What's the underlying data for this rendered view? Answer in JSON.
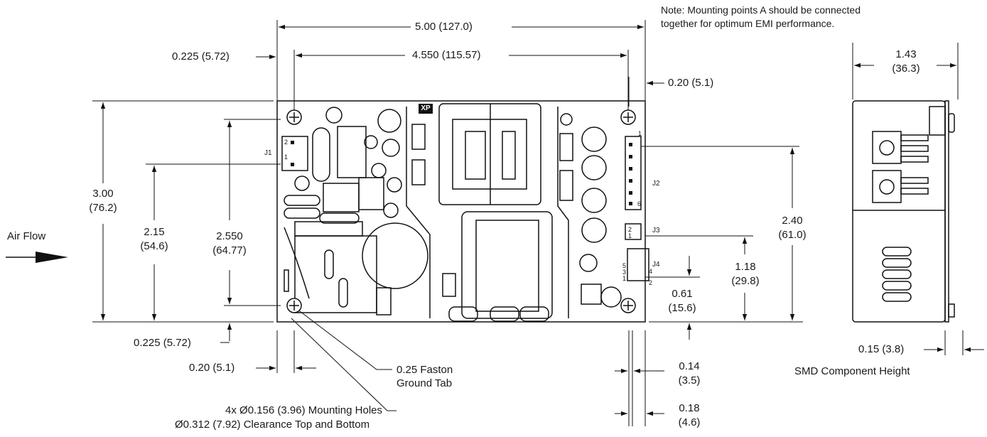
{
  "note": {
    "line1": "Note: Mounting points A should be connected",
    "line2": "together for optimum EMI performance."
  },
  "dimensions": {
    "overall_width": "5.00 (127.0)",
    "hole_spacing_x": "4.550 (115.57)",
    "left_offset_top": "0.225 (5.72)",
    "right_offset_top": "0.20 (5.1)",
    "height_in": "3.00",
    "height_mm": "(76.2)",
    "j1_height_in": "2.15",
    "j1_height_mm": "(54.6)",
    "hole_spacing_y_in": "2.550",
    "hole_spacing_y_mm": "(64.77)",
    "j2_height_in": "2.40",
    "j2_height_mm": "(61.0)",
    "j3_height_in": "1.18",
    "j3_height_mm": "(29.8)",
    "j4_height_in": "0.61",
    "j4_height_mm": "(15.6)",
    "bottom_offset": "0.225 (5.72)",
    "left_offset_bottom": "0.20 (5.1)",
    "j2_pin_offset_in": "0.14",
    "j2_pin_offset_mm": "(3.5)",
    "j4_pin_offset_in": "0.18",
    "j4_pin_offset_mm": "(4.6)",
    "side_width_in": "1.43",
    "side_width_mm": "(36.3)",
    "smd_height": "0.15 (3.8)"
  },
  "labels": {
    "air_flow": "Air Flow",
    "faston_line1": "0.25 Faston",
    "faston_line2": "Ground Tab",
    "holes_line1": "4x Ø0.156 (3.96) Mounting Holes",
    "holes_line2": "Ø0.312 (7.92) Clearance Top and Bottom",
    "smd_caption": "SMD Component Height",
    "logo": "XP"
  },
  "connectors": {
    "j1": "J1",
    "j2": "J2",
    "j3": "J3",
    "j4": "J4",
    "j1_pin1": "1",
    "j1_pin2": "2",
    "j2_pin1": "1",
    "j2_pin6": "6",
    "j3_pin1": "1",
    "j3_pin2": "2",
    "j4_pin1": "1",
    "j4_pin2": "2",
    "j4_pin3": "3",
    "j4_pin4": "4",
    "j4_pin5": "5"
  }
}
